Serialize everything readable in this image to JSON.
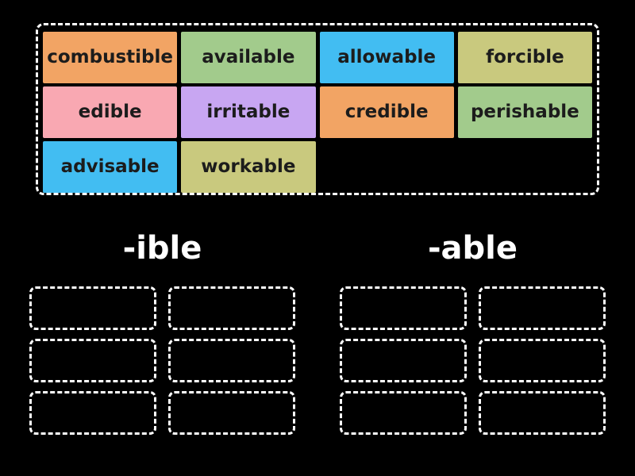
{
  "page": {
    "background_color": "#000000",
    "activity_type": "group-sort word game"
  },
  "word_bank": {
    "border_color": "#ffffff",
    "text_color": "#1c1c1c",
    "tiles": [
      {
        "label": "combustible",
        "color": "#f2a464"
      },
      {
        "label": "available",
        "color": "#a2cb8c"
      },
      {
        "label": "allowable",
        "color": "#42bdf2"
      },
      {
        "label": "forcible",
        "color": "#c9c97e"
      },
      {
        "label": "edible",
        "color": "#f9a8b2"
      },
      {
        "label": "irritable",
        "color": "#c8a6f2"
      },
      {
        "label": "credible",
        "color": "#f2a464"
      },
      {
        "label": "perishable",
        "color": "#a2cb8c"
      },
      {
        "label": "advisable",
        "color": "#42bdf2"
      },
      {
        "label": "workable",
        "color": "#c9c97e"
      }
    ]
  },
  "groups": [
    {
      "label": "-ible",
      "empty_slot_count": 6
    },
    {
      "label": "-able",
      "empty_slot_count": 6
    }
  ]
}
